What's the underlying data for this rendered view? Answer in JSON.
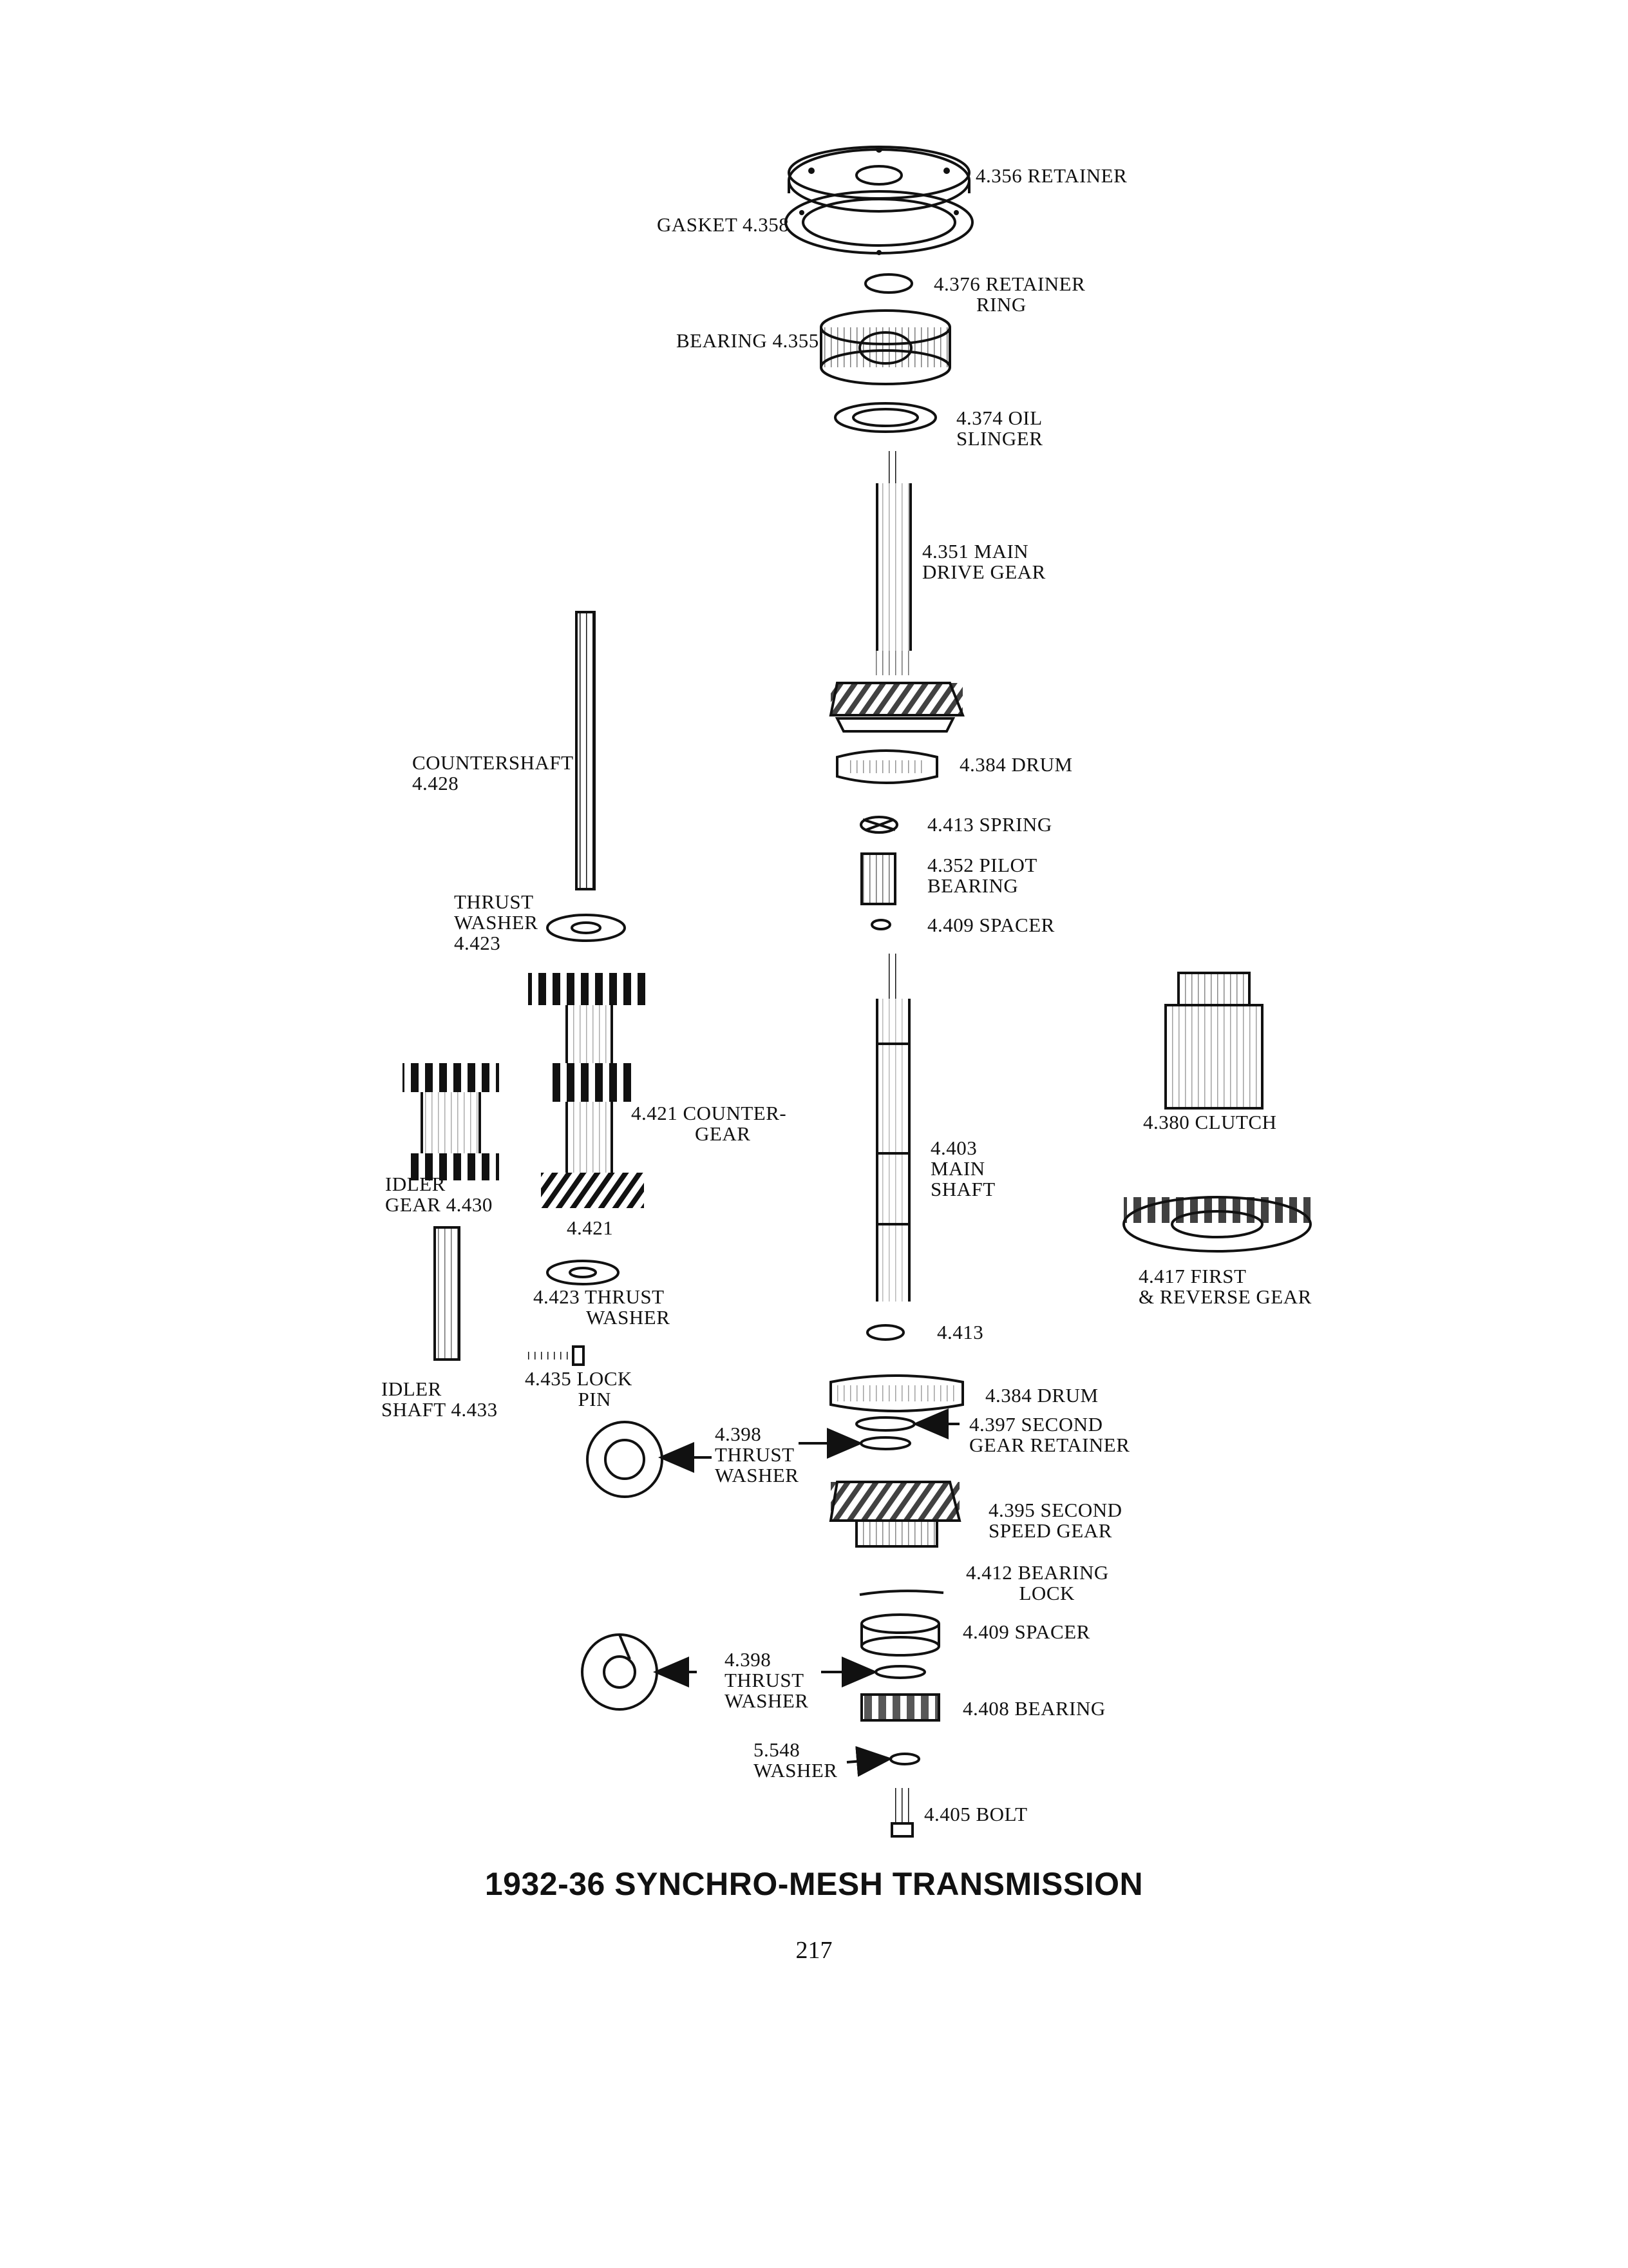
{
  "title": "1932-36 SYNCHRO-MESH TRANSMISSION",
  "page_number": "217",
  "labels": {
    "retainer": "4.356 RETAINER",
    "gasket": "GASKET 4.358",
    "retainer_ring": "4.376 RETAINER\n        RING",
    "bearing_4355": "BEARING 4.355",
    "oil_slinger": "4.374 OIL\nSLINGER",
    "main_drive_gear": "4.351 MAIN\nDRIVE GEAR",
    "countershaft": "COUNTERSHAFT\n4.428",
    "drum_top": "4.384 DRUM",
    "spring": "4.413 SPRING",
    "pilot_bearing": "4.352 PILOT\nBEARING",
    "spacer_top": "4.409 SPACER",
    "thrust_washer_top": "THRUST\nWASHER\n4.423",
    "clutch": "4.380 CLUTCH",
    "countergear": "4.421 COUNTER-\n            GEAR",
    "main_shaft": "4.403\nMAIN\nSHAFT",
    "idler_gear": "IDLER\nGEAR 4.430",
    "countergear_num": "4.421",
    "first_reverse": "4.417 FIRST\n& REVERSE GEAR",
    "thrust_washer_mid": "4.423 THRUST\n          WASHER",
    "item_4413": "4.413",
    "lock_pin": "4.435 LOCK\n          PIN",
    "idler_shaft": "IDLER\nSHAFT 4.433",
    "drum_bottom": "4.384 DRUM",
    "second_gear_retainer": "4.397 SECOND\nGEAR RETAINER",
    "thrust_washer_4398_a": "4.398\nTHRUST\nWASHER",
    "second_speed_gear": "4.395 SECOND\nSPEED GEAR",
    "bearing_lock": "4.412 BEARING\n          LOCK",
    "spacer_bottom": "4.409 SPACER",
    "thrust_washer_4398_b": "4.398\nTHRUST\nWASHER",
    "bearing_4408": "4.408 BEARING",
    "washer_5548": "5.548\nWASHER",
    "bolt": "4.405 BOLT"
  }
}
